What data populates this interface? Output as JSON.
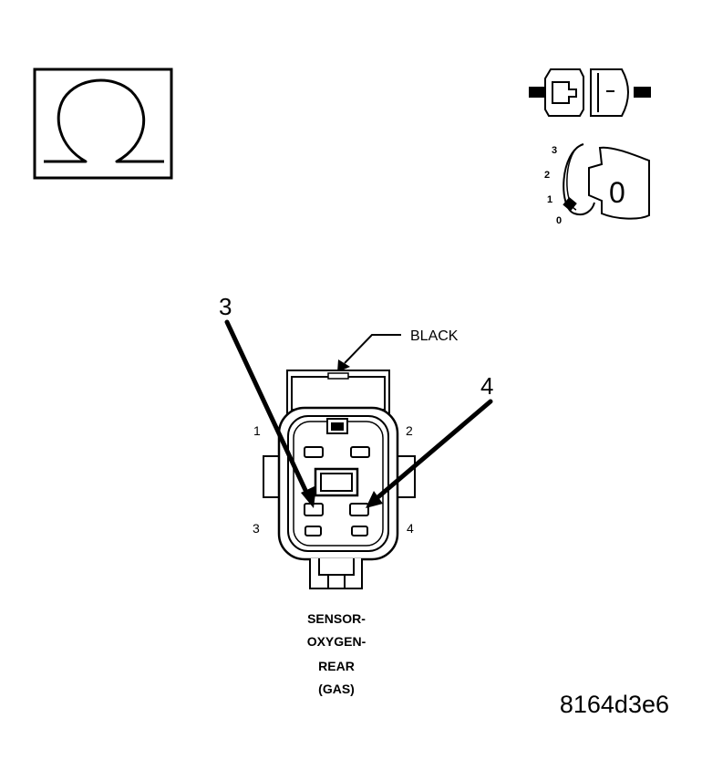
{
  "callouts": {
    "pin3": "3",
    "pin4": "4"
  },
  "wire_color": "BLACK",
  "pin_labels": {
    "p1": "1",
    "p2": "2",
    "p3": "3",
    "p4": "4"
  },
  "key_switch": {
    "pos3": "3",
    "pos2": "2",
    "pos1": "1",
    "pos0": "0",
    "face": "0"
  },
  "caption": {
    "line1": "SENSOR-",
    "line2": "OXYGEN-",
    "line3": "REAR",
    "line4": "(GAS)"
  },
  "figure_id": "8164d3e6",
  "icons": {
    "meter": "ohmmeter-icon",
    "connector": "connector-disconnect-icon",
    "ignition": "ignition-key-off-icon"
  }
}
